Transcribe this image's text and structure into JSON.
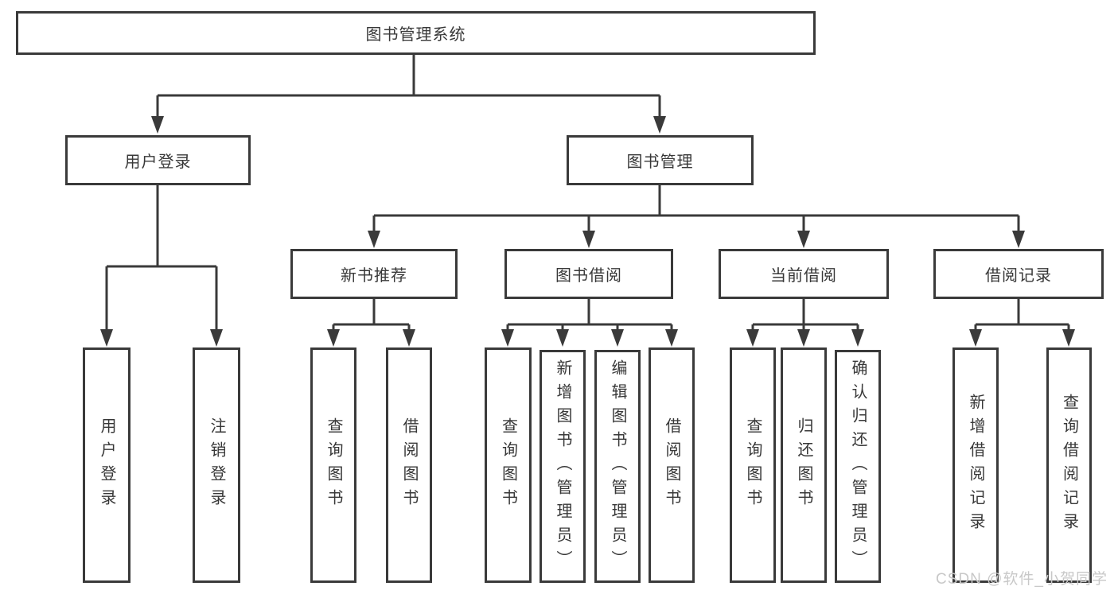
{
  "diagram": {
    "type": "hierarchy-tree",
    "title": "图书管理系统",
    "watermark": "CSDN @软件_小贺同学",
    "colors": {
      "line": "#3a3a3a",
      "text": "#383838",
      "watermark": "#c8c8c8",
      "bg": "#ffffff"
    },
    "nodes": {
      "root": {
        "label": "图书管理系统",
        "level": 1
      },
      "user_login_group": {
        "label": "用户登录",
        "level": 2,
        "parent": "root"
      },
      "book_mgmt": {
        "label": "图书管理",
        "level": 2,
        "parent": "root"
      },
      "new_book_rec": {
        "label": "新书推荐",
        "level": 3,
        "parent": "book_mgmt"
      },
      "book_borrow": {
        "label": "图书借阅",
        "level": 3,
        "parent": "book_mgmt"
      },
      "current_borrow": {
        "label": "当前借阅",
        "level": 3,
        "parent": "book_mgmt"
      },
      "borrow_records": {
        "label": "借阅记录",
        "level": 3,
        "parent": "book_mgmt"
      },
      "user_login": {
        "label": "用户登录",
        "level": 4,
        "parent": "user_login_group"
      },
      "logout": {
        "label": "注销登录",
        "level": 4,
        "parent": "user_login_group"
      },
      "nbr_query_book": {
        "label": "查询图书",
        "level": 4,
        "parent": "new_book_rec"
      },
      "nbr_borrow_book": {
        "label": "借阅图书",
        "level": 4,
        "parent": "new_book_rec"
      },
      "bb_query_book": {
        "label": "查询图书",
        "level": 4,
        "parent": "book_borrow"
      },
      "bb_add_book": {
        "label": "新增图书（管理员）",
        "level": 4,
        "parent": "book_borrow"
      },
      "bb_edit_book": {
        "label": "编辑图书（管理员）",
        "level": 4,
        "parent": "book_borrow"
      },
      "bb_borrow_book": {
        "label": "借阅图书",
        "level": 4,
        "parent": "book_borrow"
      },
      "cb_query_book": {
        "label": "查询图书",
        "level": 4,
        "parent": "current_borrow"
      },
      "cb_return_book": {
        "label": "归还图书",
        "level": 4,
        "parent": "current_borrow"
      },
      "cb_confirm_return": {
        "label": "确认归还（管理员）",
        "level": 4,
        "parent": "current_borrow"
      },
      "br_add_record": {
        "label": "新增借阅记录",
        "level": 4,
        "parent": "borrow_records"
      },
      "br_query_record": {
        "label": "查询借阅记录",
        "level": 4,
        "parent": "borrow_records"
      }
    }
  }
}
